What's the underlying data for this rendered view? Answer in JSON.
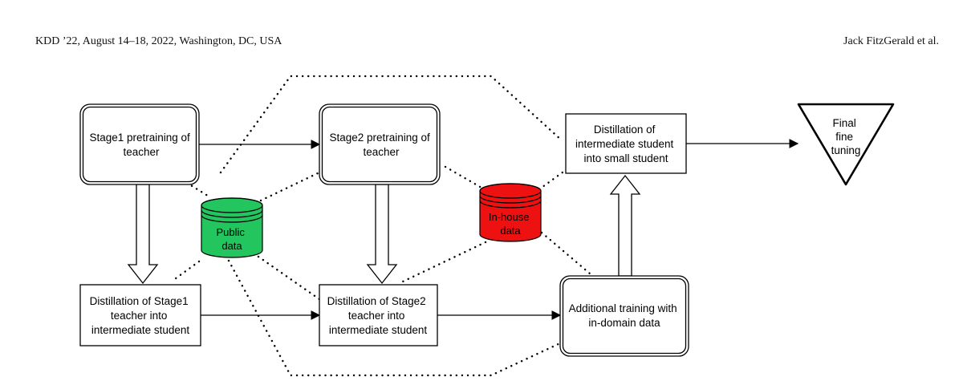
{
  "header": {
    "left": "KDD ’22, August 14–18, 2022, Washington, DC, USA",
    "right": "Jack FitzGerald et al."
  },
  "nodes": {
    "stage1_pretrain": [
      "Stage1 pretraining of",
      "teacher"
    ],
    "stage2_pretrain": [
      "Stage2 pretraining of",
      "teacher"
    ],
    "distill_intermediate_small": [
      "Distillation of",
      "intermediate student",
      "into small student"
    ],
    "final_fine_tuning": [
      "Final",
      "fine",
      "tuning"
    ],
    "distill_stage1": [
      "Distillation of Stage1",
      "teacher into",
      "intermediate student"
    ],
    "distill_stage2": [
      "Distillation of Stage2",
      "teacher into",
      "intermediate student"
    ],
    "additional_training": [
      "Additional training with",
      "in-domain data"
    ]
  },
  "datastores": {
    "public": {
      "lines": [
        "Public",
        "data"
      ],
      "color": "#22c55e"
    },
    "inhouse": {
      "lines": [
        "In-house",
        "data"
      ],
      "color": "#ee1111"
    }
  }
}
